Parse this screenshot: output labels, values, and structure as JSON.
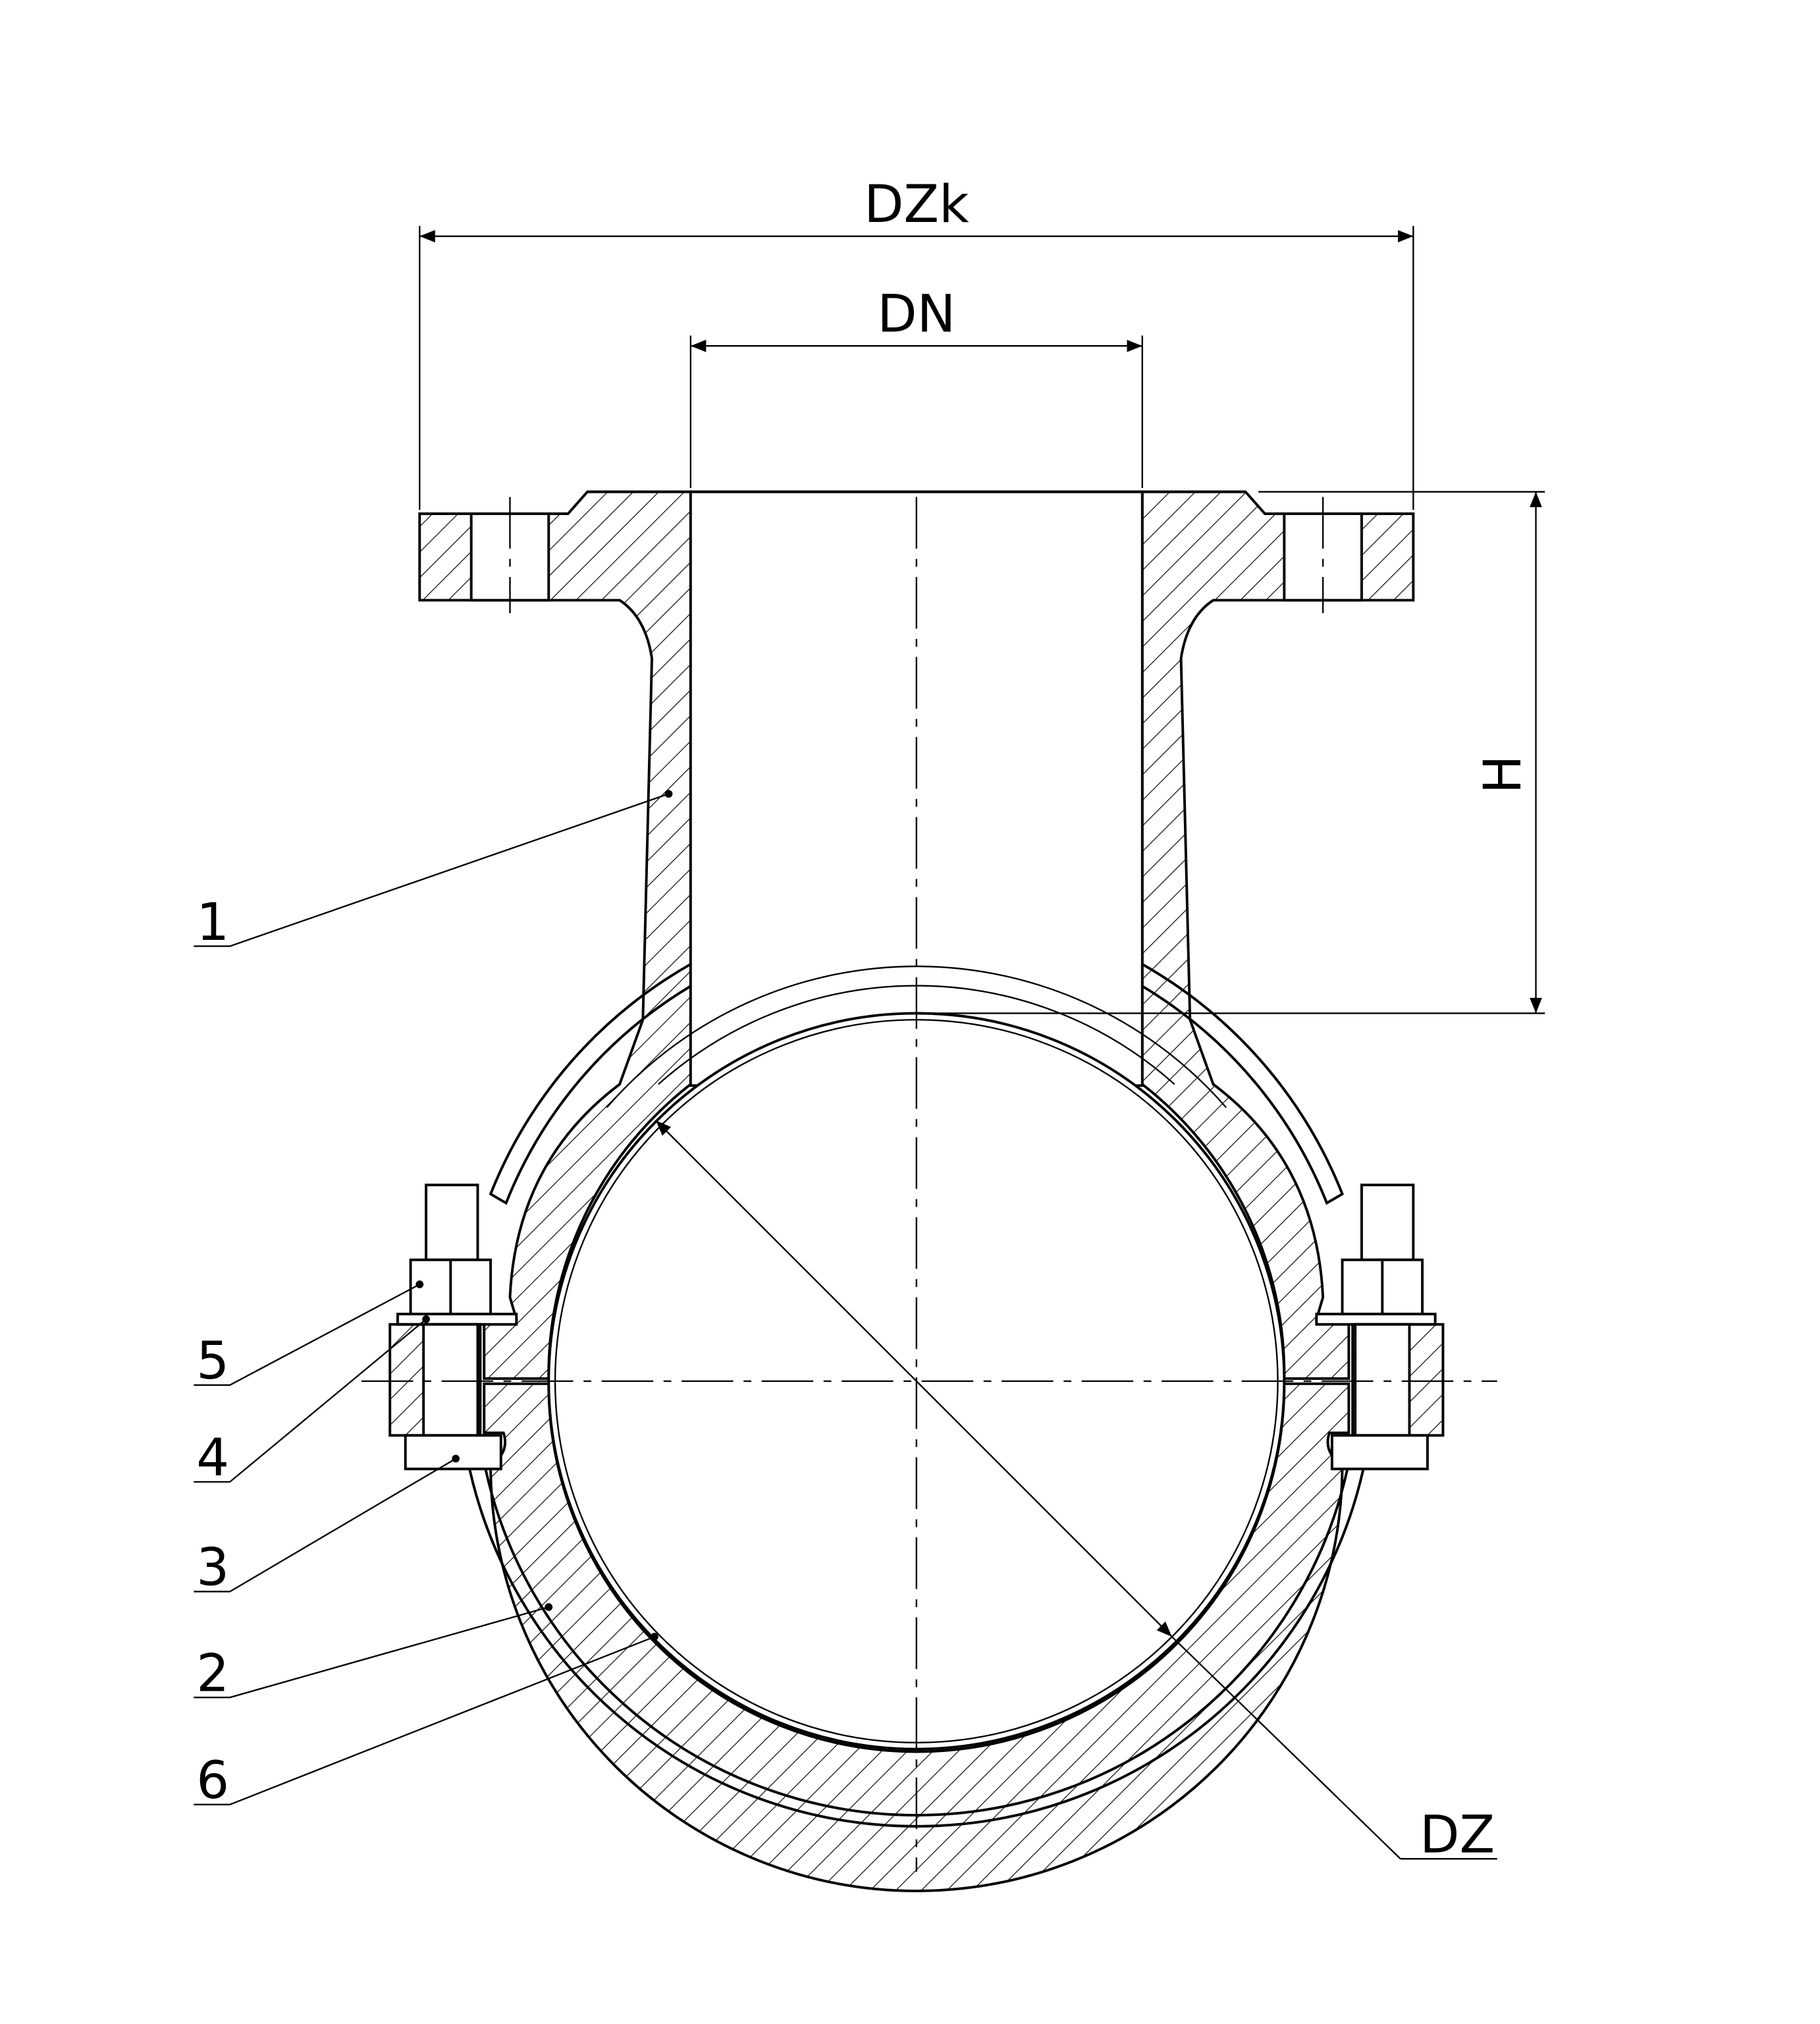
{
  "dimensions": {
    "DZk": "DZk",
    "DN": "DN",
    "H": "H",
    "DZ": "DZ"
  },
  "callouts": [
    {
      "number": "1"
    },
    {
      "number": "5"
    },
    {
      "number": "4"
    },
    {
      "number": "3"
    },
    {
      "number": "2"
    },
    {
      "number": "6"
    }
  ]
}
